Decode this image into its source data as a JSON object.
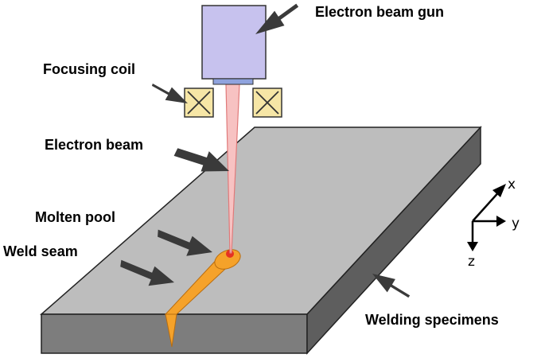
{
  "labels": {
    "gun": "Electron beam gun",
    "coil": "Focusing coil",
    "beam": "Electron beam",
    "molten_pool": "Molten pool",
    "weld_seam": "Weld seam",
    "specimens": "Welding specimens"
  },
  "axes": {
    "x": "x",
    "y": "y",
    "z": "z"
  },
  "colors": {
    "gun_fill": "#c7c2ee",
    "gun_base": "#8fa3de",
    "coil_fill": "#f6e6a6",
    "beam_fill": "#f7c2c2",
    "beam_edge": "#e07a7a",
    "plate_top": "#bdbdbd",
    "plate_front": "#7d7d7d",
    "plate_side": "#5e5e5e",
    "weld_fill": "#f5a22a",
    "pool_spot": "#e53222",
    "arrow": "#3a3a3a"
  }
}
